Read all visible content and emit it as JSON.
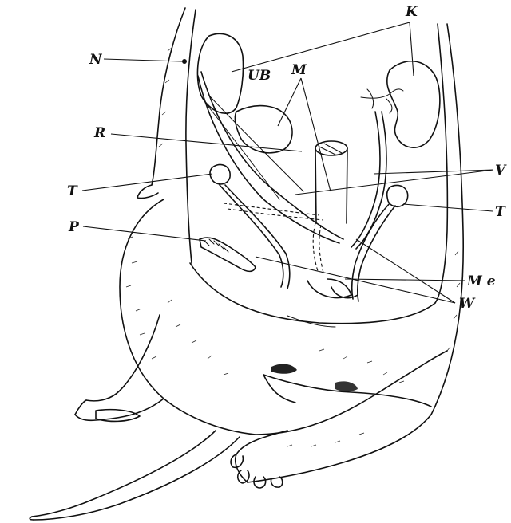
{
  "labels": {
    "K": "K",
    "N": "N",
    "UB": "UB",
    "M": "M",
    "R": "R",
    "V": "V",
    "T_left": "T",
    "T_right": "T",
    "P": "P",
    "Me": "M e",
    "W": "W"
  }
}
